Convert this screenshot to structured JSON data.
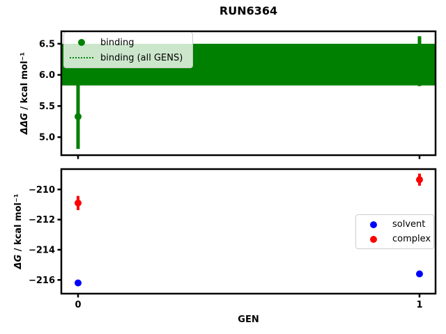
{
  "title": "RUN6364",
  "chart_data": [
    {
      "type": "scatter",
      "title": "RUN6364",
      "ylabel_var": "ΔΔG",
      "ylabel_units": " / kcal mol⁻¹",
      "xlabel": "",
      "xlim": [
        -0.049,
        1.047
      ],
      "ylim": [
        4.71,
        6.7
      ],
      "yticks": [
        5.0,
        5.5,
        6.0,
        6.5
      ],
      "ytick_labels": [
        "5.0",
        "5.5",
        "6.0",
        "6.5"
      ],
      "xticks": [
        0,
        1
      ],
      "xtick_labels": null,
      "grid": false,
      "series": [
        {
          "name": "binding",
          "color": "#008000",
          "x": [
            0,
            1
          ],
          "y": [
            5.33,
            6.22
          ],
          "yerr": [
            0.52,
            0.4
          ]
        }
      ],
      "band": {
        "name": "binding (all GENS)",
        "color": "#008000",
        "lo": 5.83,
        "hi": 6.5,
        "mean": 6.16,
        "line_style": "dotted"
      },
      "legend": {
        "position": "upper left",
        "entries": [
          {
            "label": "binding",
            "marker": "dot",
            "color": "#008000"
          },
          {
            "label": "binding (all GENS)",
            "marker": "dotted-line",
            "color": "#008000"
          }
        ]
      }
    },
    {
      "type": "scatter",
      "title": "",
      "ylabel_var": "ΔG",
      "ylabel_units": " / kcal mol⁻¹",
      "xlabel": "GEN",
      "xlim": [
        -0.049,
        1.047
      ],
      "ylim": [
        -216.91,
        -208.65
      ],
      "yticks": [
        -210,
        -212,
        -214,
        -216
      ],
      "ytick_labels": [
        "−210",
        "−212",
        "−214",
        "−216"
      ],
      "xticks": [
        0,
        1
      ],
      "xtick_labels": [
        "0",
        "1"
      ],
      "grid": false,
      "series": [
        {
          "name": "solvent",
          "color": "#0000ff",
          "x": [
            0,
            1
          ],
          "y": [
            -216.2,
            -215.6
          ],
          "yerr": [
            0.15,
            0.15
          ]
        },
        {
          "name": "complex",
          "color": "#ff0000",
          "x": [
            0,
            1
          ],
          "y": [
            -210.9,
            -209.35
          ],
          "yerr": [
            0.47,
            0.4
          ]
        }
      ],
      "legend": {
        "position": "center right",
        "entries": [
          {
            "label": "solvent",
            "marker": "dot",
            "color": "#0000ff"
          },
          {
            "label": "complex",
            "marker": "dot",
            "color": "#ff0000"
          }
        ]
      }
    }
  ]
}
